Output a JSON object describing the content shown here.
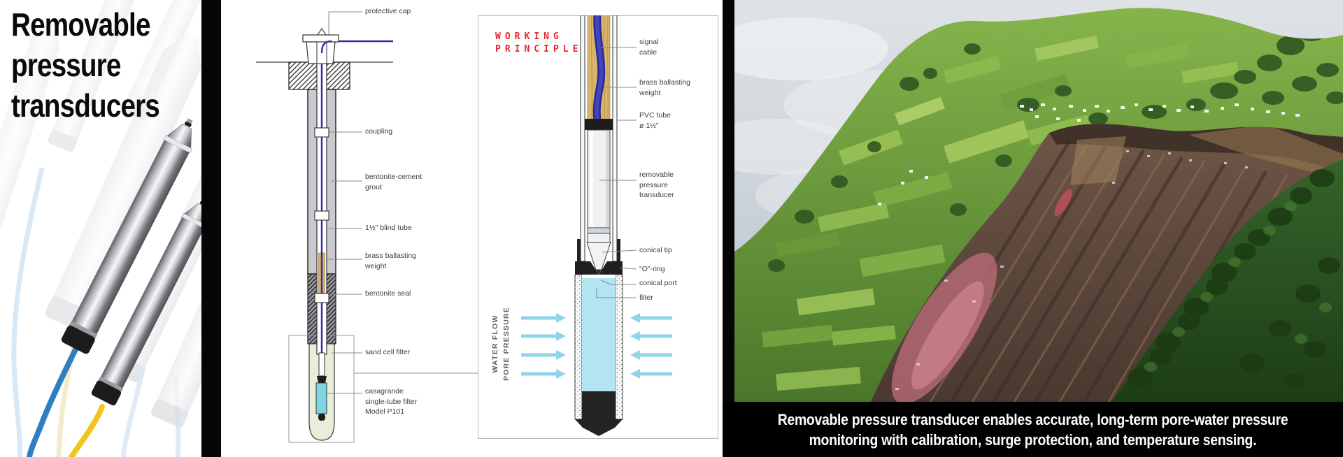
{
  "left_panel": {
    "title_lines": [
      "Removable",
      "pressure",
      "transducers"
    ]
  },
  "borehole_diagram": {
    "labels": [
      {
        "id": "protective-cap",
        "lines": [
          "protective cap"
        ]
      },
      {
        "id": "coupling",
        "lines": [
          "coupling"
        ]
      },
      {
        "id": "grout",
        "lines": [
          "bentonite-cement",
          "grout"
        ]
      },
      {
        "id": "blind-tube",
        "lines": [
          "1½\" blind tube"
        ]
      },
      {
        "id": "brass-weight",
        "lines": [
          "brass ballasting",
          "weight"
        ]
      },
      {
        "id": "bentonite-seal",
        "lines": [
          "bentonite seal"
        ]
      },
      {
        "id": "sand-cell-filter",
        "lines": [
          "sand cell filter"
        ]
      },
      {
        "id": "casagrande",
        "lines": [
          "casagrande",
          "single-tube filter",
          "Model P101"
        ]
      }
    ]
  },
  "working_principle": {
    "title_lines": [
      "WORKING",
      "PRINCIPLE"
    ],
    "labels": [
      {
        "id": "signal-cable",
        "lines": [
          "signal",
          "cable"
        ]
      },
      {
        "id": "brass-weight",
        "lines": [
          "brass ballasting",
          "weight"
        ]
      },
      {
        "id": "pvc-tube",
        "lines": [
          "PVC tube",
          "ø 1½\""
        ]
      },
      {
        "id": "transducer",
        "lines": [
          "removable",
          "pressure",
          "transducer"
        ]
      },
      {
        "id": "conical-tip",
        "lines": [
          "conical tip"
        ]
      },
      {
        "id": "o-ring",
        "lines": [
          "\"O\"-ring"
        ]
      },
      {
        "id": "conical-port",
        "lines": [
          "conical port"
        ]
      },
      {
        "id": "filter",
        "lines": [
          "filter"
        ]
      }
    ],
    "flow_labels": [
      "WATER FLOW",
      "PORE PRESSURE"
    ]
  },
  "photo": {
    "caption_lines": [
      "Removable pressure transducer enables accurate, long-term pore-water pressure",
      "monitoring with calibration, surge protection, and temperature sensing."
    ]
  },
  "colors": {
    "accent_red": "#E8262E",
    "cable_blue": "#2C2CAA",
    "brass": "#D9B56C",
    "water_cyan": "#B2E4F1",
    "filter_cyan": "#7FD4E2",
    "sand": "#E9EEDB",
    "casing_gray": "#C9C9CF",
    "caption_bg": "#000000"
  }
}
